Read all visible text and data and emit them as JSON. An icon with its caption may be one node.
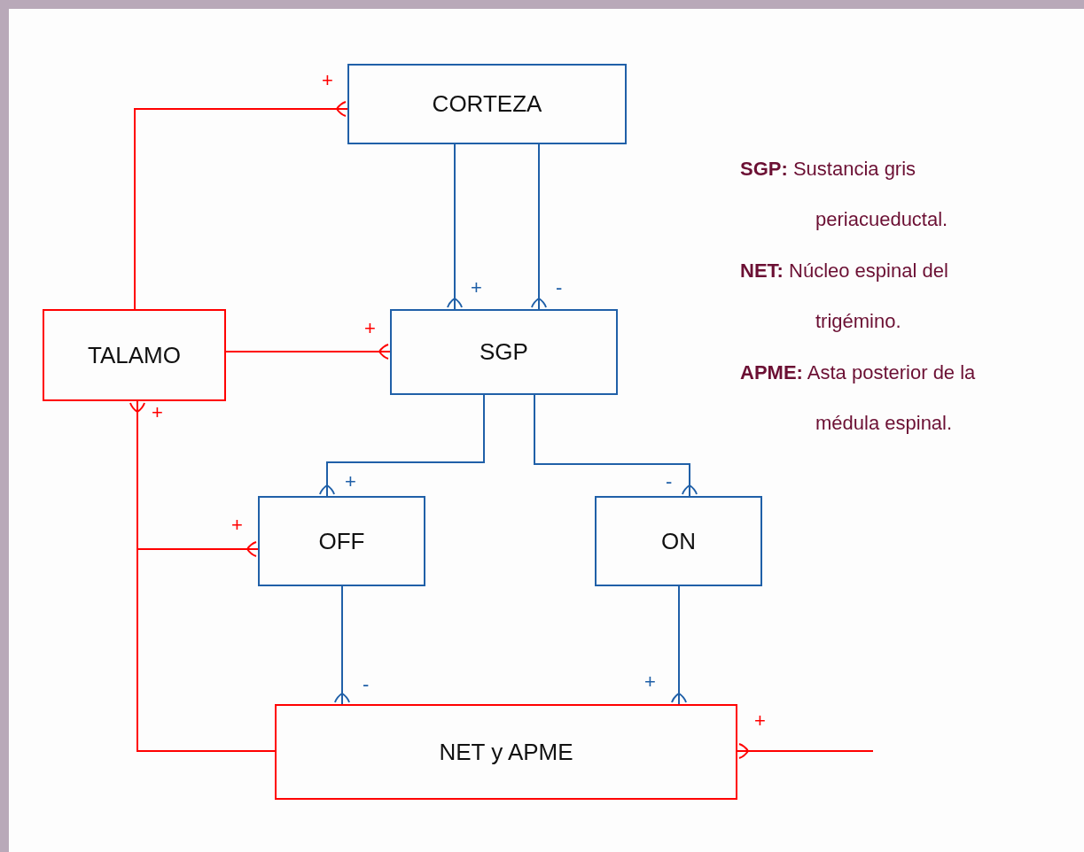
{
  "diagram": {
    "nodes": [
      {
        "text": [
          "CORTEZA"
        ]
      },
      {
        "text": [
          "TALAMO"
        ]
      },
      {
        "text": [
          "SGP"
        ]
      },
      {
        "text": [
          "OFF"
        ]
      },
      {
        "text": [
          "ON"
        ]
      },
      {
        "text": [
          "NET y APME"
        ]
      }
    ],
    "edges": [
      {
        "from": 1,
        "to": 0,
        "arrow": "other",
        "label": "+",
        "color": "#ff0000"
      },
      {
        "from": 0,
        "to": 2,
        "arrow": "other",
        "label": "+"
      },
      {
        "from": 0,
        "to": 2,
        "arrow": "other",
        "label": "-"
      },
      {
        "from": 1,
        "to": 2,
        "arrow": "other",
        "label": "+",
        "color": "#ff0000"
      },
      {
        "from": 2,
        "to": 3,
        "arrow": "other",
        "label": "+"
      },
      {
        "from": 2,
        "to": 4,
        "arrow": "other",
        "label": "-"
      },
      {
        "from": 5,
        "to": 1,
        "arrow": "other",
        "label": "+",
        "color": "#ff0000"
      },
      {
        "from": 5,
        "to": 3,
        "arrow": "other",
        "label": "+",
        "color": "#ff0000"
      },
      {
        "from": 3,
        "to": 5,
        "arrow": "other",
        "label": "-"
      },
      {
        "from": 4,
        "to": 5,
        "arrow": "other",
        "label": "+"
      },
      {
        "from": null,
        "to": 5,
        "arrow": "other",
        "label": "+",
        "color": "#ff0000"
      }
    ],
    "labels": [
      "**SGP:** Sustancia gris periacueductal.",
      "**NET:** Núcleo espinal del trigémino.",
      "**APME:** Asta posterior de la médula espinal."
    ]
  }
}
